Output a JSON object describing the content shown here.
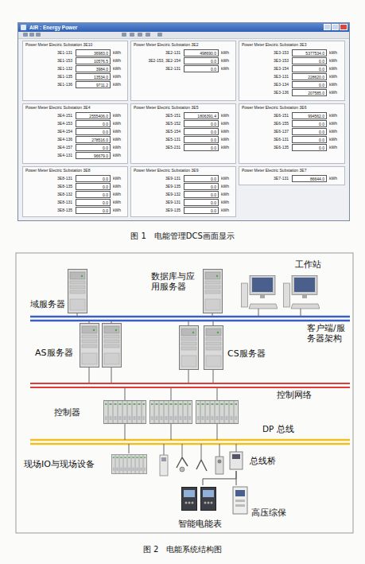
{
  "diagram": {
    "nodes": [
      {
        "text": [
          "AIR : Energy Power"
        ]
      },
      {
        "text": [
          "Power Meter Electric Substation 3E10",
          "3E1-131",
          "36983.0",
          "kWh",
          "3E1-153",
          "10576.5",
          "kWh",
          "3E1-132",
          "3984.0",
          "kWh",
          "3E1-135",
          "13534.0",
          "kWh",
          "3E1-136",
          "9711.2",
          "kWh"
        ],
        "in": 0
      },
      {
        "text": [
          "Power Meter Electric Substation 3E2",
          "3E2-131",
          "498690.0",
          "kWh",
          "3E2-153, 3E2-154",
          "0.0",
          "kWh",
          "3E2-131",
          "0.0",
          "kWh"
        ],
        "in": 0
      },
      {
        "text": [
          "Power Meter Electric Substation 3E3",
          "3E3-153",
          "5377534.0",
          "kWh",
          "3E3-153",
          "0.0",
          "kWh",
          "3E3-154",
          "0.0",
          "kWh",
          "3E3-131",
          "228620.0",
          "kWh",
          "3E3-134",
          "0.0",
          "kWh",
          "3E3-136",
          "207585.0",
          "kWh"
        ],
        "in": 0
      },
      {
        "text": [
          "Power Meter Electric Substation 3E4",
          "3E4-151",
          "2555406.0",
          "kWh",
          "3E4-153",
          "0.0",
          "kWh",
          "3E4-154",
          "0.0",
          "kWh",
          "3E4-136",
          "278516.0",
          "kWh",
          "3E4-157",
          "0.0",
          "kWh",
          "3E4-131",
          "96679.0",
          "kWh"
        ],
        "in": 0
      },
      {
        "text": [
          "Power Meter Electric Substation 3E5",
          "3E5-151",
          "1806391.4",
          "kWh",
          "3E5-152",
          "0.0",
          "kWh",
          "3E5-154",
          "0.0",
          "kWh",
          "3E5-131",
          "0.0",
          "kWh",
          "3E5-231",
          "0.0",
          "kWh"
        ],
        "in": 0
      },
      {
        "text": [
          "Power Meter Electric Substation 3E6",
          "3E6-151",
          "994562.0",
          "kWh",
          "3E6-155",
          "0.0",
          "kWh",
          "3E6-137",
          "0.0",
          "kWh",
          "3E6-131",
          "0.0",
          "kWh",
          "3E6-135",
          "0.0",
          "kWh"
        ],
        "in": 0
      },
      {
        "text": [
          "Power Meter Electric Substation 3E8",
          "3E8-131",
          "0.0",
          "kWh",
          "3E8-135",
          "0.0",
          "kWh",
          "3E8-132",
          "0.0",
          "kWh",
          "3E8-131",
          "0.0",
          "kWh",
          "3E8-135",
          "0.0",
          "kWh"
        ],
        "in": 0
      },
      {
        "text": [
          "Power Meter Electric Substation 3E9",
          "3E9-131",
          "0.0",
          "kWh",
          "3E9-135",
          "0.0",
          "kWh",
          "3E9-132",
          "0.0",
          "kWh",
          "3E9-131",
          "0.0",
          "kWh",
          "3E9-135",
          "0.0",
          "kWh"
        ],
        "in": 0
      },
      {
        "text": [
          "Power Meter Electric Substation 3E7",
          "3E7-131",
          "86644.0",
          "kWh"
        ],
        "in": 0
      },
      {
        "text": [
          "域服务器"
        ]
      },
      {
        "text": [
          "数据库与应用服务器"
        ]
      },
      {
        "text": [
          "工作站"
        ]
      },
      {
        "text": [
          "AS服务器"
        ]
      },
      {
        "text": [
          "CS服务器"
        ]
      },
      {
        "text": [
          "控制器"
        ]
      },
      {
        "text": [
          "现场IO与现场设备"
        ]
      },
      {
        "text": [
          "总线桥"
        ]
      },
      {
        "text": [
          "智能电能表"
        ]
      },
      {
        "text": [
          "高压综保"
        ]
      }
    ],
    "edges": [
      {
        "from": 17,
        "to": 18,
        "arrow": "none"
      },
      {
        "from": 17,
        "to": 19,
        "arrow": "none"
      }
    ],
    "labels": [
      "图 1　电能管理DCS画面显示",
      "客户端/服务器架构",
      "控制网络",
      "DP 总线",
      "图 2　电能系统结构图"
    ]
  }
}
